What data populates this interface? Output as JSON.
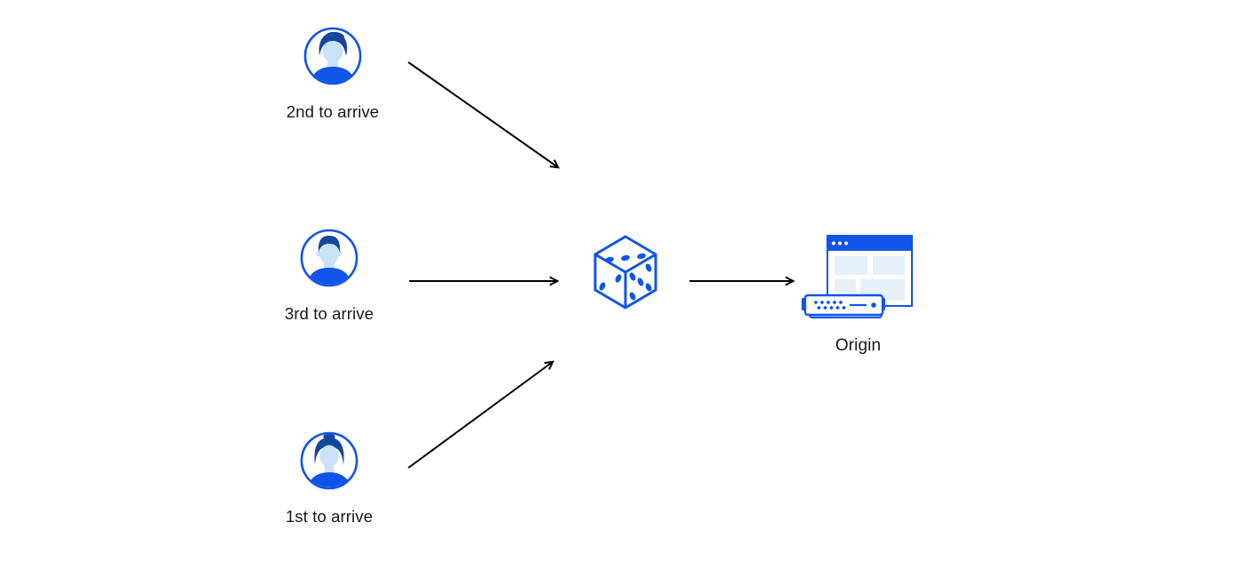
{
  "colors": {
    "accent": "#1155e8",
    "hair": "#15469f",
    "skin": "#c9e3f6",
    "panel": "#e6f0f9",
    "shadow": "#cde4f6",
    "arrow": "#000000",
    "text": "#17181a"
  },
  "diagram": {
    "clients": [
      {
        "id": "second",
        "label": "2nd to arrive",
        "icon": "man-quiff-avatar-icon"
      },
      {
        "id": "third",
        "label": "3rd to arrive",
        "icon": "man-flattop-avatar-icon"
      },
      {
        "id": "first",
        "label": "1st to arrive",
        "icon": "woman-bun-avatar-icon"
      }
    ],
    "randomizer": {
      "icon": "dice-icon"
    },
    "origin": {
      "label": "Origin",
      "icon": "origin-server-browser-icon"
    },
    "edges": [
      {
        "from": "client-second",
        "to": "randomizer"
      },
      {
        "from": "client-third",
        "to": "randomizer"
      },
      {
        "from": "client-first",
        "to": "randomizer"
      },
      {
        "from": "randomizer",
        "to": "origin"
      }
    ]
  }
}
